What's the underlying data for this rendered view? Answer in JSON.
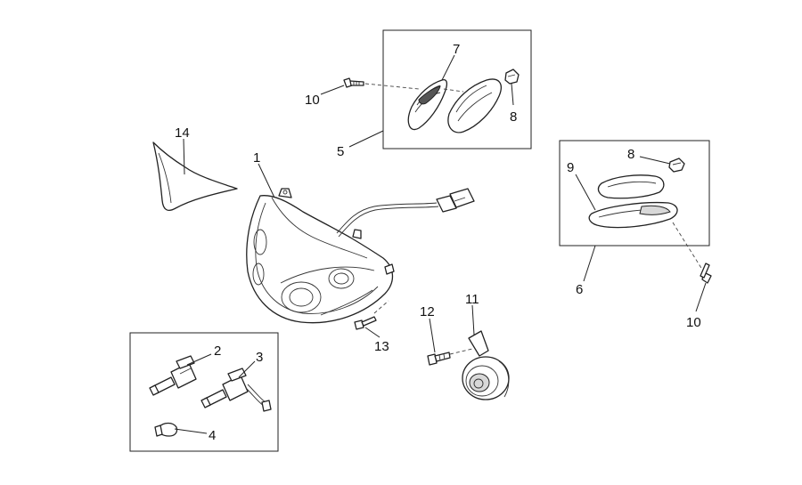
{
  "callouts": {
    "c1": "1",
    "c2": "2",
    "c3": "3",
    "c4": "4",
    "c5": "5",
    "c6": "6",
    "c7": "7",
    "c8a": "8",
    "c8b": "8",
    "c9": "9",
    "c10a": "10",
    "c10b": "10",
    "c11": "11",
    "c12": "12",
    "c13": "13",
    "c14": "14"
  }
}
